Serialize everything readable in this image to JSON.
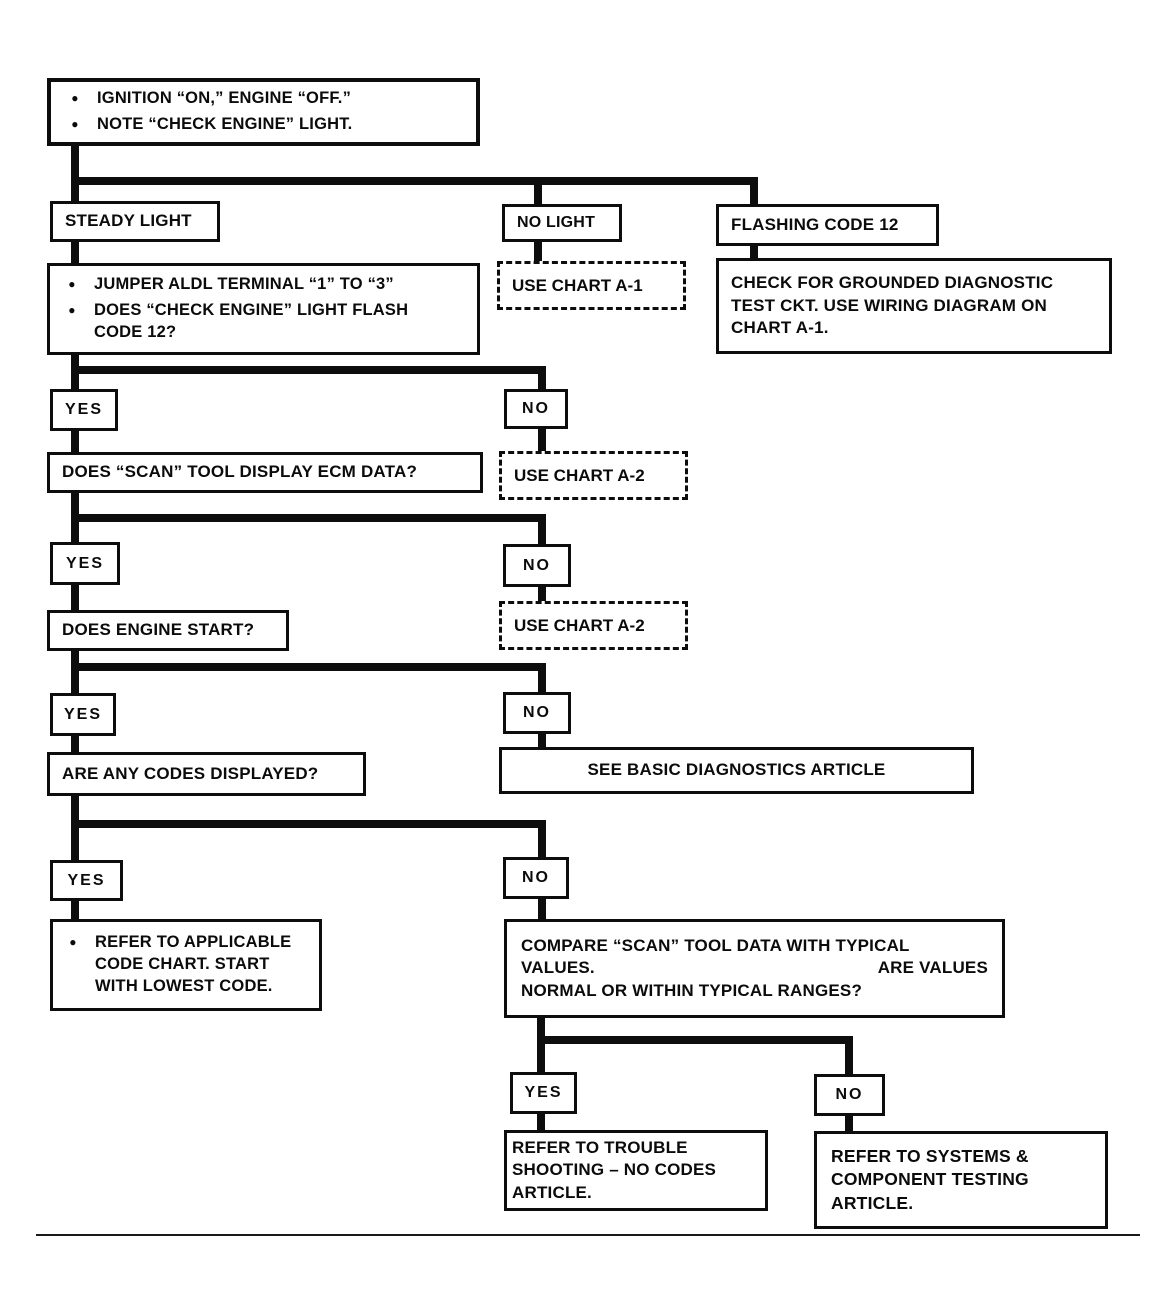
{
  "diagram_title": "Diagnostic circuit check flowchart",
  "nodes": {
    "start_b1": "IGNITION “ON,” ENGINE  “OFF.”",
    "start_b2": "NOTE “CHECK ENGINE” LIGHT.",
    "steady_light": "STEADY LIGHT",
    "no_light": "NO LIGHT",
    "flashing_code_12": "FLASHING CODE 12",
    "jumper_b1": "JUMPER  ALDL TERMINAL “1” TO “3”",
    "jumper_b2": "DOES “CHECK ENGINE” LIGHT FLASH\nCODE 12?",
    "use_chart_a1": "USE CHART A-1",
    "grounded": "CHECK FOR GROUNDED DIAGNOSTIC\nTEST CKT.  USE WIRING DIAGRAM ON\nCHART A-1.",
    "yes_label": "YES",
    "no_label": "NO",
    "scan_q": "DOES “SCAN” TOOL DISPLAY ECM DATA?",
    "use_chart_a2": "USE CHART A-2",
    "engine_start_q": "DOES ENGINE START?",
    "codes_q": "ARE ANY CODES DISPLAYED?",
    "basic_diag": "SEE BASIC DIAGNOSTICS ARTICLE",
    "refer_code_chart": "REFER TO APPLICABLE\nCODE CHART.  START\nWITH LOWEST CODE.",
    "compare_l1": "COMPARE “SCAN” TOOL DATA WITH TYPICAL",
    "compare_l2a": "VALUES.",
    "compare_l2b": "ARE VALUES",
    "compare_l3": "NORMAL OR WITHIN TYPICAL RANGES?",
    "trouble_shooting": "REFER TO TROUBLE\nSHOOTING  –  NO CODES\nARTICLE.",
    "systems_testing": "REFER TO SYSTEMS &\nCOMPONENT TESTING\nARTICLE."
  },
  "colors": {
    "ink": "#0d0d0d",
    "paper": "#ffffff"
  }
}
